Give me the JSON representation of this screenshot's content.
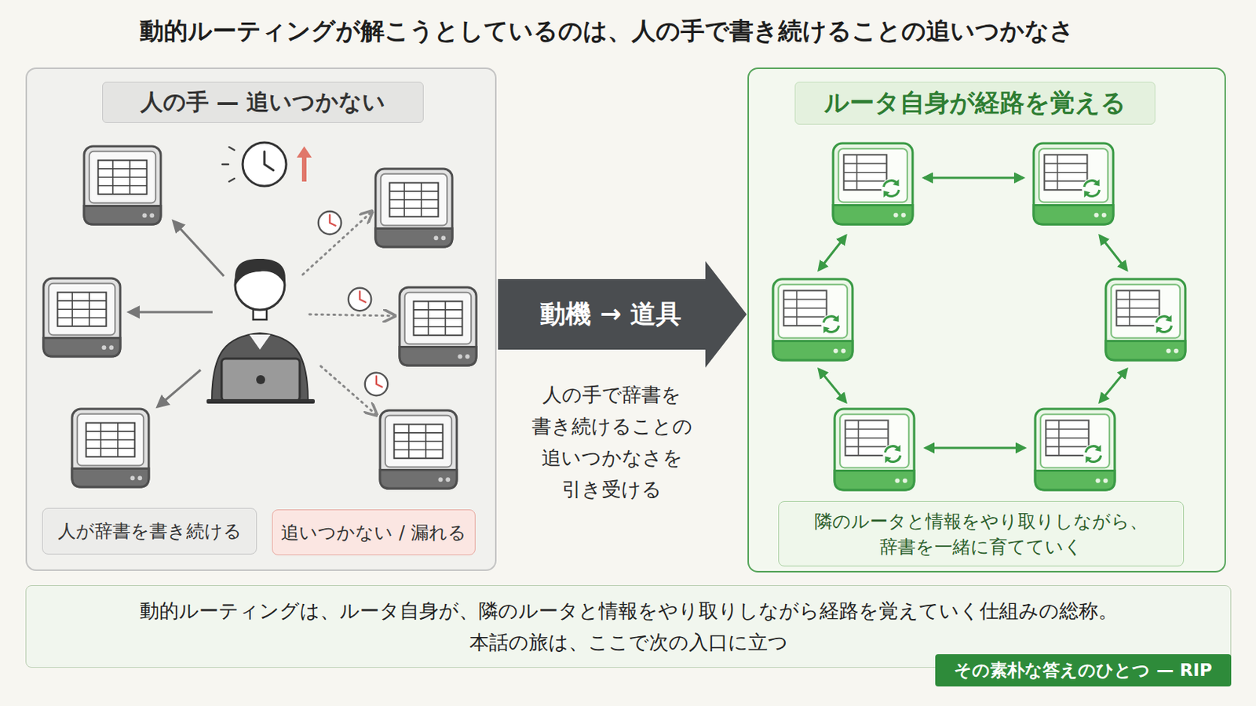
{
  "diagram": {
    "title": "動的ルーティングが解こうとしているのは、人の手で書き続けることの追いつかなさ",
    "nodes": [
      {
        "text": [
          "人の手 — 追いつかない"
        ]
      },
      {
        "text": [
          "人が辞書を書き続ける"
        ],
        "in": 0
      },
      {
        "text": [
          "追いつかない / 漏れる"
        ],
        "in": 0
      },
      {
        "text": [
          "動機 → 道具"
        ]
      },
      {
        "text": [
          "ルータ自身が経路を覚える"
        ]
      },
      {
        "text": [
          "隣のルータと情報をやり取りしながら、 辞書を一緒に育てていく"
        ],
        "in": 4
      },
      {
        "text": [
          "動的ルーティングは、ルータ自身が、隣のルータと情報をやり取りしながら経路を覚えていく仕組みの総称。",
          "本話の旅は、ここで次の入口に立つ"
        ]
      },
      {
        "text": [
          "その素朴な答えのひとつ — RIP"
        ]
      }
    ],
    "labels": [
      "人の手で辞書を 書き続けることの 追いつかなさを 引き受ける"
    ]
  }
}
